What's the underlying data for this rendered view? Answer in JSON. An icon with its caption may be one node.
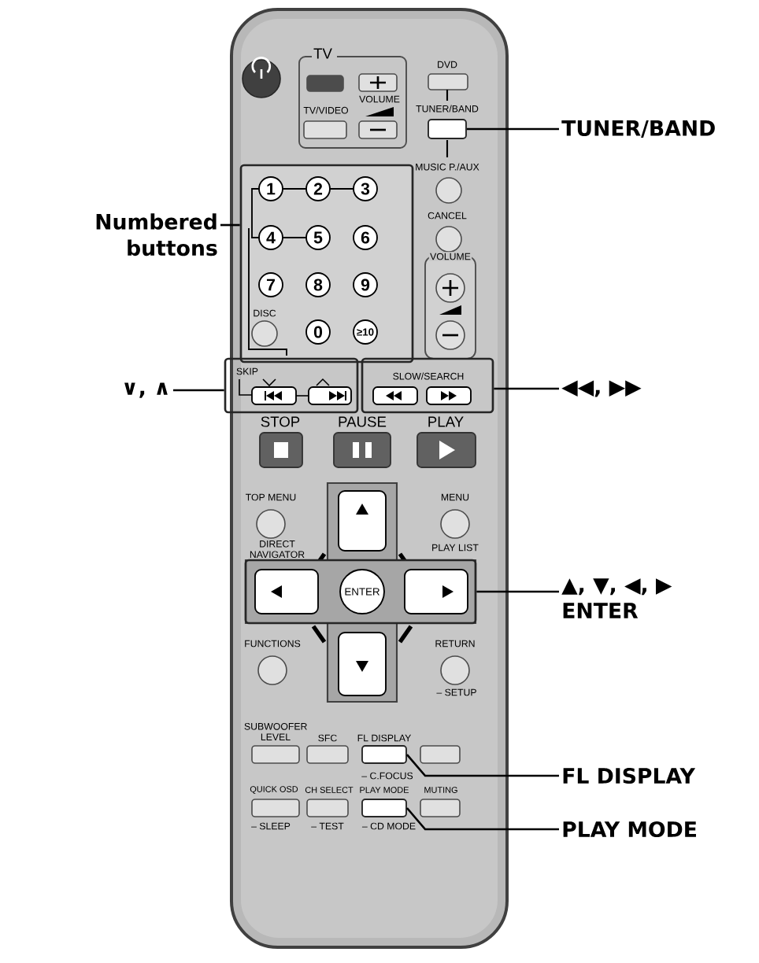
{
  "diagram": {
    "nodes": [
      {
        "text": [
          "TUNER/BAND"
        ]
      },
      {
        "text": [],
        "shape": "box"
      },
      {
        "text": [
          "Numbered buttons"
        ]
      },
      {
        "text": [],
        "shape": "box"
      },
      {
        "text": [
          "∨, ∧"
        ]
      },
      {
        "text": [],
        "shape": "box"
      },
      {
        "text": [
          "◀◀, ▶▶"
        ]
      },
      {
        "text": [],
        "shape": "box"
      },
      {
        "text": [
          "▲, ▼, ◀, ▶",
          "ENTER"
        ]
      },
      {
        "text": [],
        "shape": "box"
      },
      {
        "text": [
          "FL DISPLAY"
        ]
      },
      {
        "text": [],
        "shape": "box"
      },
      {
        "text": [
          "PLAY MODE"
        ]
      },
      {
        "text": [],
        "shape": "box"
      }
    ],
    "edges": [
      {
        "from": 0,
        "to": 1,
        "arrow": "none"
      },
      {
        "from": 2,
        "to": 3,
        "arrow": "none"
      },
      {
        "from": 4,
        "to": 5,
        "arrow": "none"
      },
      {
        "from": 6,
        "to": 7,
        "arrow": "none"
      },
      {
        "from": 8,
        "to": 9,
        "arrow": "none"
      },
      {
        "from": 10,
        "to": 11,
        "arrow": "none"
      },
      {
        "from": 12,
        "to": 13,
        "arrow": "none"
      }
    ],
    "labels": [
      "TV",
      "TV/VIDEO",
      "VOLUME",
      "DVD",
      "TUNER/BAND",
      "MUSIC P./AUX",
      "CANCEL",
      "VOLUME",
      "1",
      "2",
      "3",
      "4",
      "5",
      "6",
      "7",
      "8",
      "9",
      "DISC",
      "0",
      "≥10",
      "SKIP",
      "SLOW/SEARCH",
      "STOP",
      "PAUSE",
      "PLAY",
      "TOP MENU",
      "MENU",
      "DIRECT NAVIGATOR",
      "PLAY LIST",
      "ENTER",
      "FUNCTIONS",
      "RETURN",
      "– SETUP",
      "SUBWOOFER LEVEL",
      "SFC",
      "FL DISPLAY",
      "– C.FOCUS",
      "QUICK OSD",
      "CH SELECT",
      "PLAY MODE",
      "MUTING",
      "– SLEEP",
      "– TEST",
      "– CD MODE"
    ]
  }
}
